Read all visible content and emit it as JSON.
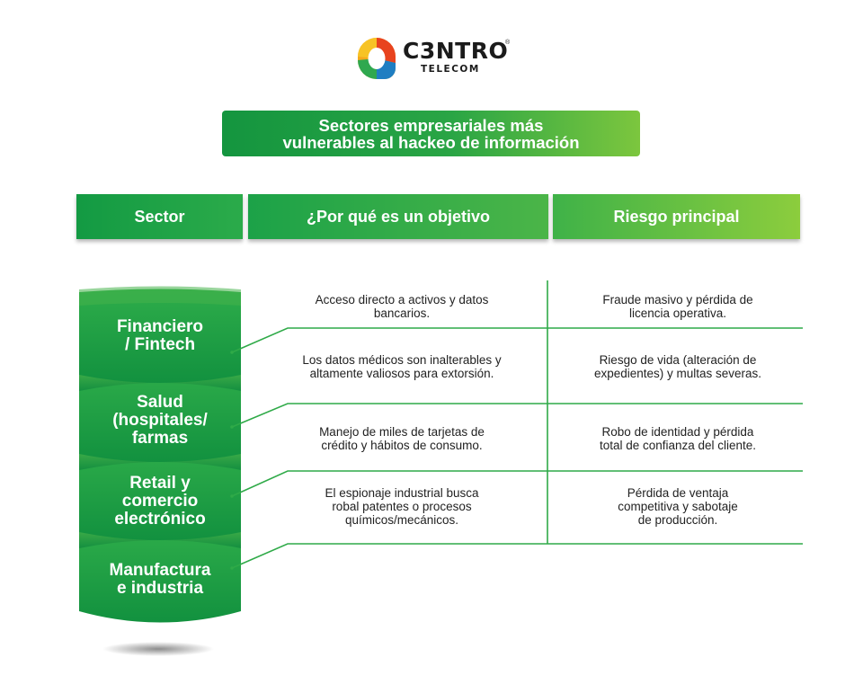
{
  "brand": {
    "name": "C3NTRO",
    "registered": "®",
    "sub": "TELECOM"
  },
  "title": {
    "line1": "Sectores empresariales más",
    "line2": "vulnerables al hackeo de información"
  },
  "headers": {
    "sector": "Sector",
    "why": "¿Por qué es un objetivo",
    "risk": "Riesgo principal"
  },
  "rows": [
    {
      "sector": [
        "Financiero",
        "/ Fintech"
      ],
      "why": [
        "Acceso directo a activos y datos",
        "bancarios."
      ],
      "risk": [
        "Fraude masivo y pérdida de",
        "licencia operativa."
      ]
    },
    {
      "sector": [
        "Salud",
        "(hospitales/",
        "farmas"
      ],
      "why": [
        "Los datos médicos son inalterables y",
        "altamente valiosos para extorsión."
      ],
      "risk": [
        "Riesgo de vida (alteración de",
        "expedientes) y multas severas."
      ]
    },
    {
      "sector": [
        "Retail y",
        "comercio",
        "electrónico"
      ],
      "why": [
        "Manejo de miles de tarjetas de",
        "crédito y hábitos de consumo."
      ],
      "risk": [
        "Robo de identidad y pérdida",
        "total de confianza del cliente."
      ]
    },
    {
      "sector": [
        "Manufactura",
        "e industria"
      ],
      "why": [
        "El espionaje industrial busca",
        "robal patentes o procesos",
        "químicos/mecánicos."
      ],
      "risk": [
        "Pérdida de ventaja",
        "competitiva y sabotaje",
        "de producción."
      ]
    }
  ],
  "colors": {
    "green_dark": "#139a43",
    "green_mid": "#2aa545",
    "green_light": "#8ccd3d",
    "text": "#222222"
  }
}
